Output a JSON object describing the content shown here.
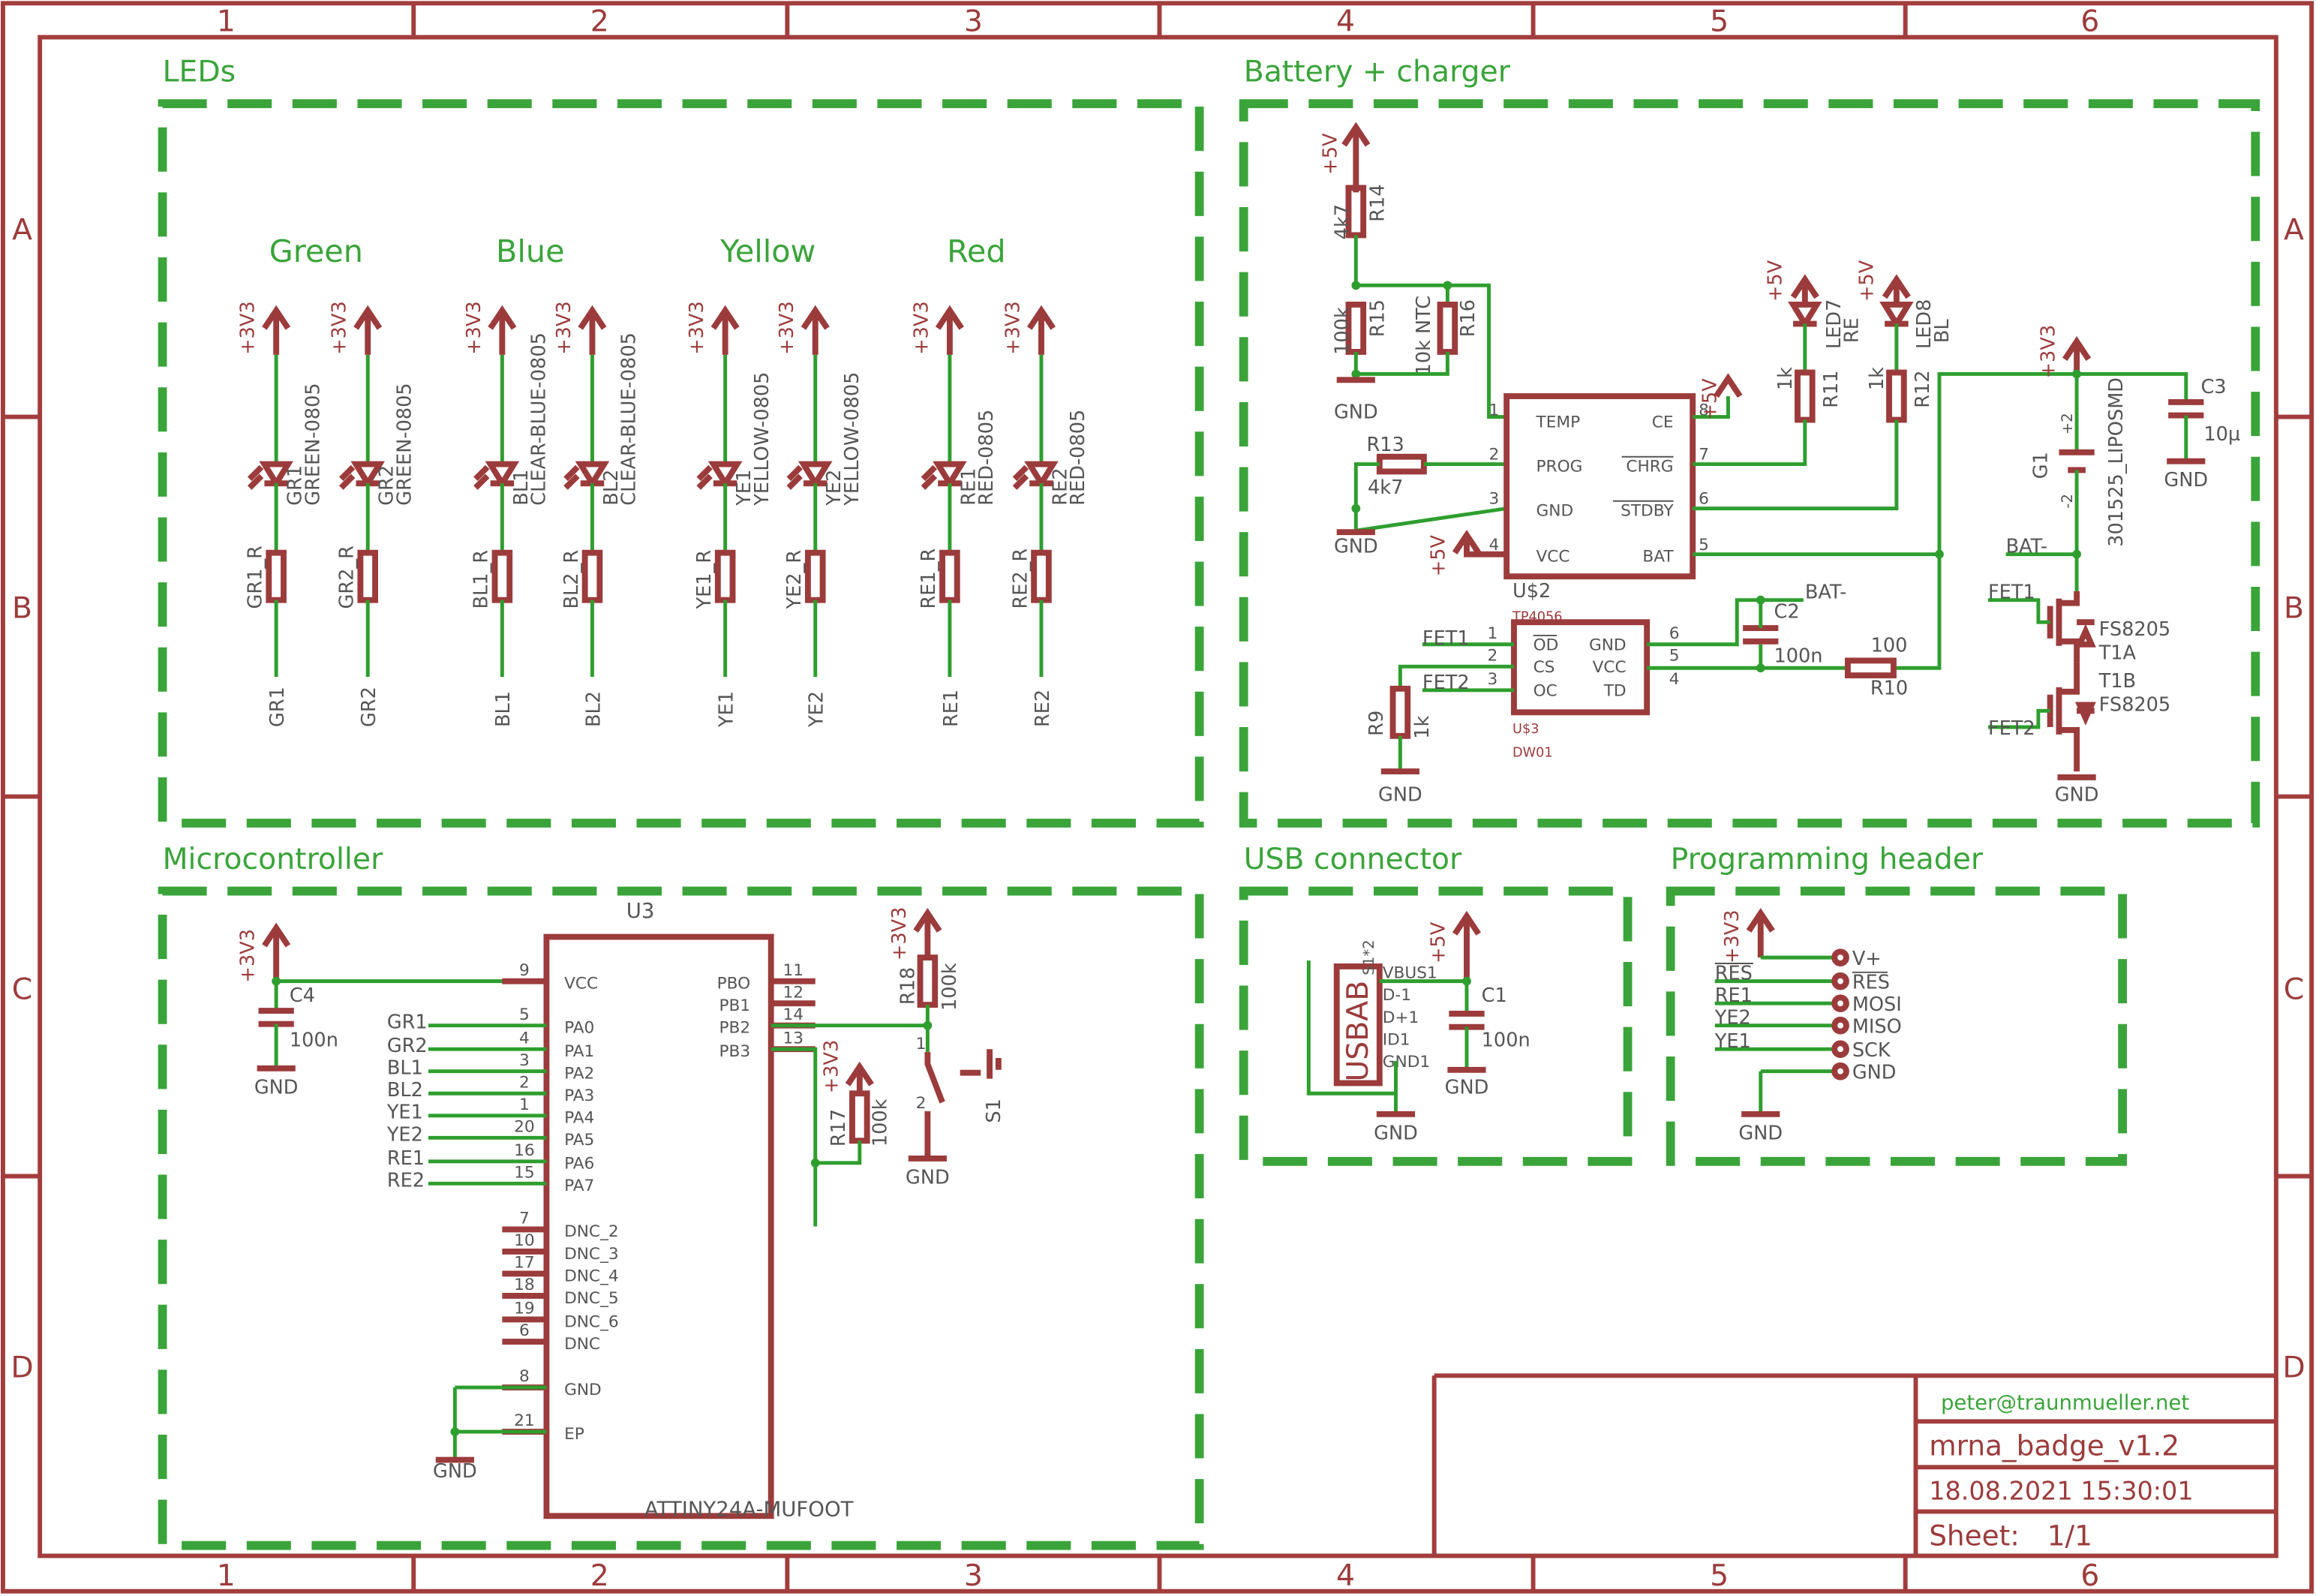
{
  "frame": {
    "columns": [
      "1",
      "2",
      "3",
      "4",
      "5",
      "6"
    ],
    "rows": [
      "A",
      "B",
      "C",
      "D"
    ]
  },
  "sections": {
    "leds": "LEDs",
    "battery": "Battery + charger",
    "mcu": "Microcontroller",
    "usb": "USB connector",
    "header": "Programming header"
  },
  "leds": {
    "groups": [
      "Green",
      "Blue",
      "Yellow",
      "Red"
    ],
    "channels": [
      {
        "supply": "+3V3",
        "led": "GR1",
        "part": "GREEN-0805",
        "res": "GR1_R",
        "net": "GR1"
      },
      {
        "supply": "+3V3",
        "led": "GR2",
        "part": "GREEN-0805",
        "res": "GR2_R",
        "net": "GR2"
      },
      {
        "supply": "+3V3",
        "led": "BL1",
        "part": "CLEAR-BLUE-0805",
        "res": "BL1_R",
        "net": "BL1"
      },
      {
        "supply": "+3V3",
        "led": "BL2",
        "part": "CLEAR-BLUE-0805",
        "res": "BL2_R",
        "net": "BL2"
      },
      {
        "supply": "+3V3",
        "led": "YE1",
        "part": "YELLOW-0805",
        "res": "YE1_R",
        "net": "YE1"
      },
      {
        "supply": "+3V3",
        "led": "YE2",
        "part": "YELLOW-0805",
        "res": "YE2_R",
        "net": "YE2"
      },
      {
        "supply": "+3V3",
        "led": "RE1",
        "part": "RED-0805",
        "res": "RE1_R",
        "net": "RE1"
      },
      {
        "supply": "+3V3",
        "led": "RE2",
        "part": "RED-0805",
        "res": "RE2_R",
        "net": "RE2"
      }
    ]
  },
  "battery": {
    "plus5v": "+5V",
    "gnd": "GND",
    "r14": {
      "name": "R14",
      "value": "4k7"
    },
    "r15": {
      "name": "R15",
      "value": "100k"
    },
    "r16": {
      "name": "R16",
      "value": "10k NTC"
    },
    "r13": {
      "name": "R13",
      "value": "4k7"
    },
    "u2": {
      "name": "U$2",
      "part": "TP4056",
      "pins_left": [
        [
          "1",
          "TEMP"
        ],
        [
          "2",
          "PROG"
        ],
        [
          "3",
          "GND"
        ],
        [
          "4",
          "VCC"
        ]
      ],
      "pins_right": [
        [
          "8",
          "CE"
        ],
        [
          "7",
          "CHRG"
        ],
        [
          "6",
          "STDBY"
        ],
        [
          "5",
          "BAT"
        ]
      ]
    },
    "r11": {
      "name": "R11",
      "value": "1k"
    },
    "r12": {
      "name": "R12",
      "value": "1k"
    },
    "led7": {
      "name": "LED7",
      "color": "RE"
    },
    "led8": {
      "name": "LED8",
      "color": "BL"
    },
    "plus3v3": "+3V3",
    "g1": {
      "name": "G1",
      "part": "301525_LIPOSMD",
      "pin_plus": "+2",
      "pin_minus": "-2"
    },
    "c3": {
      "name": "C3",
      "value": "10µ"
    },
    "bat_minus": "BAT-",
    "u3": {
      "name": "U$3",
      "part": "DW01",
      "pins_left": [
        [
          "1",
          "OD"
        ],
        [
          "2",
          "CS"
        ],
        [
          "3",
          "OC"
        ]
      ],
      "pins_right": [
        [
          "6",
          "GND"
        ],
        [
          "5",
          "VCC"
        ],
        [
          "4",
          "TD"
        ]
      ]
    },
    "fet1": "FET1",
    "fet2": "FET2",
    "c2": {
      "name": "C2",
      "value": "100n"
    },
    "r10": {
      "name": "R10",
      "value": "100"
    },
    "r9": {
      "name": "R9",
      "value": "1k"
    },
    "t1a": {
      "name": "T1A",
      "part": "FS8205"
    },
    "t1b": {
      "name": "T1B",
      "part": "FS8205"
    }
  },
  "mcu": {
    "u3": {
      "name": "U3",
      "part": "ATTINY24A-MUFOOT"
    },
    "supply": "+3V3",
    "gnd": "GND",
    "c4": {
      "name": "C4",
      "value": "100n"
    },
    "left_pins": [
      {
        "net": "",
        "num": "9",
        "pin": "VCC"
      },
      {
        "net": "GR1",
        "num": "5",
        "pin": "PA0"
      },
      {
        "net": "GR2",
        "num": "4",
        "pin": "PA1"
      },
      {
        "net": "BL1",
        "num": "3",
        "pin": "PA2"
      },
      {
        "net": "BL2",
        "num": "2",
        "pin": "PA3"
      },
      {
        "net": "YE1",
        "num": "1",
        "pin": "PA4"
      },
      {
        "net": "YE2",
        "num": "20",
        "pin": "PA5"
      },
      {
        "net": "RE1",
        "num": "16",
        "pin": "PA6"
      },
      {
        "net": "RE2",
        "num": "15",
        "pin": "PA7"
      },
      {
        "net": "",
        "num": "7",
        "pin": "DNC_2"
      },
      {
        "net": "",
        "num": "10",
        "pin": "DNC_3"
      },
      {
        "net": "",
        "num": "17",
        "pin": "DNC_4"
      },
      {
        "net": "",
        "num": "18",
        "pin": "DNC_5"
      },
      {
        "net": "",
        "num": "19",
        "pin": "DNC_6"
      },
      {
        "net": "",
        "num": "6",
        "pin": "DNC"
      },
      {
        "net": "",
        "num": "8",
        "pin": "GND"
      },
      {
        "net": "",
        "num": "21",
        "pin": "EP"
      }
    ],
    "right_pins": [
      {
        "num": "11",
        "pin": "PBO"
      },
      {
        "num": "12",
        "pin": "PB1"
      },
      {
        "num": "14",
        "pin": "PB2"
      },
      {
        "num": "13",
        "pin": "PB3"
      }
    ],
    "r18": {
      "name": "R18",
      "value": "100k"
    },
    "r17": {
      "name": "R17",
      "value": "100k"
    },
    "s1": {
      "name": "S1",
      "pin1": "1",
      "pin2": "2"
    }
  },
  "usb": {
    "supply": "+5V",
    "gnd": "GND",
    "conn": {
      "name": "USBAB",
      "ref": "S1*2",
      "pins": [
        "VBUS1",
        "D-1",
        "D+1",
        "ID1",
        "GND1"
      ]
    },
    "c1": {
      "name": "C1",
      "value": "100n"
    }
  },
  "header": {
    "supply": "+3V3",
    "gnd": "GND",
    "nets": [
      "RES",
      "RE1",
      "YE2",
      "YE1"
    ],
    "pins": [
      "V+",
      "RES",
      "MOSI",
      "MISO",
      "SCK",
      "GND"
    ]
  },
  "titleblock": {
    "email": "peter@traunmueller.net",
    "title": "mrna_badge_v1.2",
    "date": "18.08.2021 15:30:01",
    "sheet_label": "Sheet:",
    "sheet": "1/1"
  }
}
